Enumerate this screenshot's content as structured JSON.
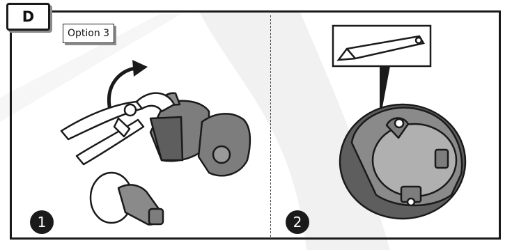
{
  "section_label": "D",
  "option_label": "Option 3",
  "steps": [
    {
      "number": "1",
      "icon": "pliers-cutting-icon"
    },
    {
      "number": "2",
      "icon": "utility-knife-icon"
    }
  ],
  "colors": {
    "frame": "#1a1a1a",
    "part_gray": "#7d7d7d",
    "part_dark": "#5e5e5e",
    "background_swoosh": "#f1f1f1"
  }
}
